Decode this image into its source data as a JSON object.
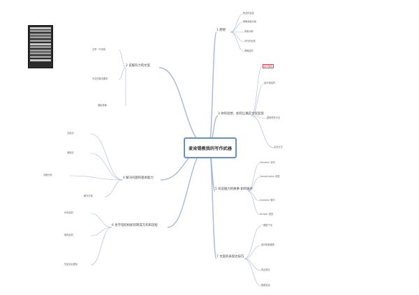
{
  "central": "麦肯锡教我的写作武器",
  "colors": {
    "branch_line": "#a8b8d8",
    "central_border": "#6a8fc7",
    "highlight_box": "#dd4444"
  },
  "branches": [
    {
      "label": "1 想想",
      "subs": [
        "陈述的目标",
        "明确读者对象",
        "读者对象",
        "写作的目的",
        "明确目的"
      ]
    },
    {
      "label": "2 说服有力的文案",
      "subs": [
        "文章一气呵成",
        "写文的基本要求",
        "通俗易懂"
      ]
    },
    {
      "label": "3 你的思想、如何让确实文案变现",
      "subs": [
        "基于事实",
        "金字塔结构",
        "逻辑思考方法",
        "论述方式"
      ]
    },
    {
      "label": "4 解决问题的基本能力",
      "subs": [
        "归纳法",
        "演绎法",
        "问题分析",
        "解决方案"
      ]
    },
    {
      "label": "5 有说服力的故事 如何展开",
      "subs": [
        "Situation 状况",
        "Complication 问题",
        "Question 疑问",
        "Answer 回答"
      ]
    },
    {
      "label": "6 金字塔结构如何转成写作和流程",
      "subs": [
        "纵向结构",
        "横向结构",
        "先结论后理由"
      ]
    },
    {
      "label": "7 文案的表现达技巧",
      "subs": [
        "一图胜千言",
        "如何配置图表",
        "简洁表达",
        "数据说话"
      ]
    }
  ]
}
